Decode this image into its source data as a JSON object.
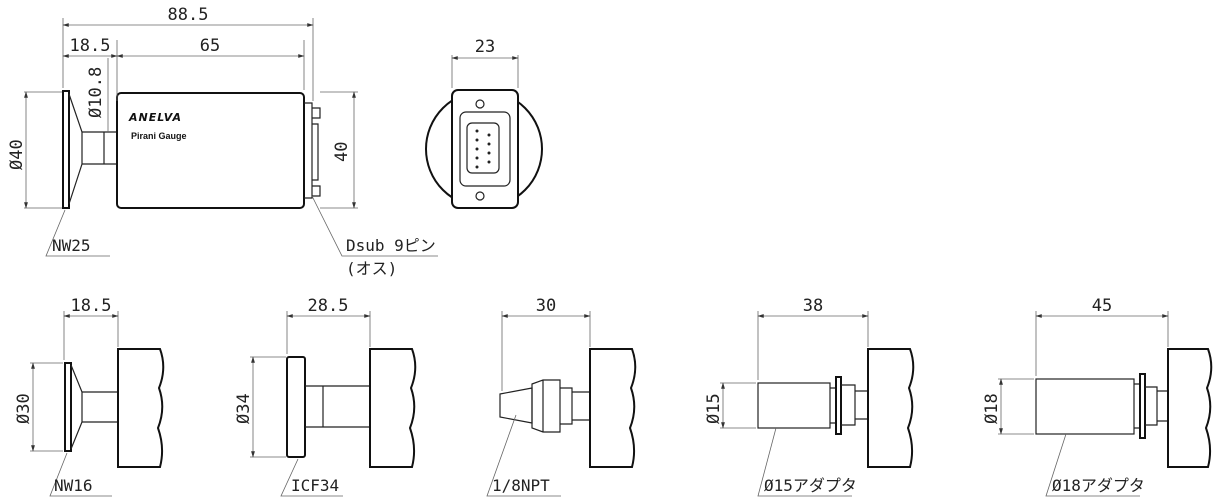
{
  "main_view": {
    "dims": {
      "overall": "88.5",
      "flange": "18.5",
      "body": "65",
      "stem_dia": "Ø10.8",
      "flange_dia": "Ø40",
      "height": "40"
    },
    "body_text": {
      "logo": "ANELVA",
      "model": "Pirani Gauge"
    },
    "callouts": {
      "flange": "NW25",
      "connector_line1": "Dsub 9ピン",
      "connector_line2": "(オス)"
    }
  },
  "end_view": {
    "width": "23"
  },
  "variants": [
    {
      "length": "18.5",
      "dia": "Ø30",
      "label": "NW16"
    },
    {
      "length": "28.5",
      "dia": "Ø34",
      "label": "ICF34"
    },
    {
      "length": "30",
      "label": "1/8NPT"
    },
    {
      "length": "38",
      "dia": "Ø15",
      "label": "Ø15アダプタ"
    },
    {
      "length": "45",
      "dia": "Ø18",
      "label": "Ø18アダプタ"
    }
  ]
}
